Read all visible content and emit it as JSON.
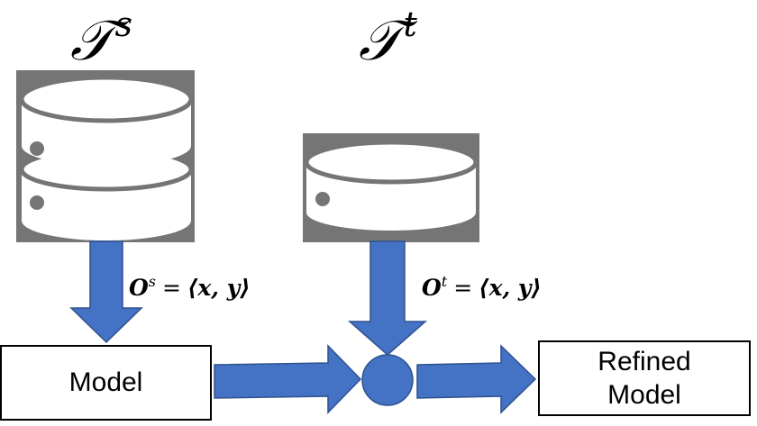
{
  "sources": [
    {
      "symbol": "𝒯",
      "superscript": "s"
    },
    {
      "symbol": "𝒯",
      "superscript": "t"
    }
  ],
  "edges": [
    {
      "lhs": "O",
      "superscript": "s",
      "rhs": "⟨x, y⟩"
    },
    {
      "lhs": "O",
      "superscript": "t",
      "rhs": "⟨x, y⟩"
    }
  ],
  "boxes": {
    "model": "Model",
    "refined_model": "Refined\nModel"
  },
  "icons": {
    "source_database": "database-icon",
    "target_database": "database-icon",
    "merge_node": "circle-node"
  },
  "colors": {
    "arrow": "#4472c4",
    "arrow_stroke": "#2f528f",
    "database_bg": "#757575",
    "database_fg": "#ffffff"
  }
}
